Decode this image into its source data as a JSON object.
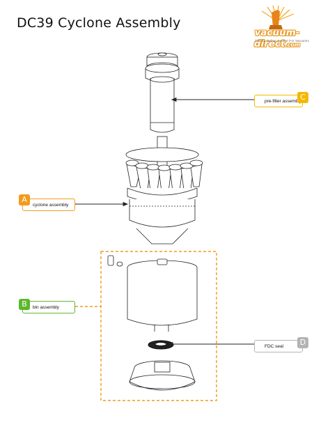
{
  "title": "DC39 Cyclone Assembly",
  "logo": {
    "brand": "vacuum-direct",
    "suffix": ".com",
    "tagline": "The #1 Online Source For Vacuums"
  },
  "callouts": [
    {
      "letter": "C",
      "label": "pre-filter assembly",
      "color": "#f5b800"
    },
    {
      "letter": "A",
      "label": "cyclone assembly",
      "color": "#f39a1c"
    },
    {
      "letter": "B",
      "label": "bin assembly",
      "color": "#5cb82c"
    },
    {
      "letter": "D",
      "label": "FDC seal",
      "color": "#b3b3b3"
    }
  ],
  "colors": {
    "dashed_outline": "#f39a1c",
    "line": "#222222"
  }
}
